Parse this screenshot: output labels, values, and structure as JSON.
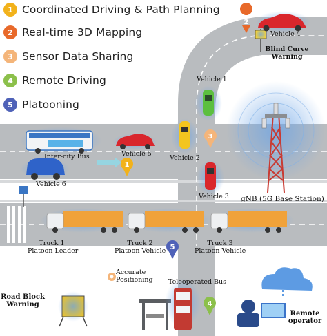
{
  "legend": [
    {
      "number": "1",
      "label": "Coordinated Driving & Path Planning",
      "color": "#f2b21b"
    },
    {
      "number": "2",
      "label": "Real-time 3D Mapping",
      "color": "#e8692a"
    },
    {
      "number": "3",
      "label": "Sensor Data Sharing",
      "color": "#f4b57a"
    },
    {
      "number": "4",
      "label": "Remote Driving",
      "color": "#8cc04b"
    },
    {
      "number": "5",
      "label": "Platooning",
      "color": "#4f62b8"
    }
  ],
  "labels": {
    "vehicle1": "Vehicle 1",
    "vehicle2": "Vehicle 2",
    "vehicle3": "Vehicle 3",
    "vehicle4": "Vehicle 4",
    "vehicle5": "Vehicle 5",
    "vehicle6": "Vehicle 6",
    "intercity_bus": "Inter-city Bus",
    "blind_curve_line1": "Blind Curve",
    "blind_curve_line2": "Warning",
    "gnb": "gNB (5G Base Station)",
    "truck1_line1": "Truck 1",
    "truck1_line2": "Platoon Leader",
    "truck2_line1": "Truck 2",
    "truck2_line2": "Platoon Vehicle",
    "truck3_line1": "Truck 3",
    "truck3_line2": "Platoon Vehicle",
    "accurate_line1": "Accurate",
    "accurate_line2": "Positioning",
    "road_block_line1": "Road Block",
    "road_block_line2": "Warning",
    "teleoperated_bus": "Teleoperated Bus",
    "remote_line1": "Remote",
    "remote_line2": "operator"
  },
  "markers": {
    "vehicle4_marker": "2",
    "vehicle5_marker": "1",
    "vehicle2_marker": "3",
    "platoon_marker": "5",
    "teleop_marker": "4"
  },
  "colors": {
    "road": "#b9bcbf",
    "road_edge": "#9fa2a5",
    "lane": "#ffffff",
    "glow": "#7fb0e8",
    "tower": "#c83a32",
    "truck_cargo": "#f0a23a",
    "bus_body": "#3a76c4",
    "car_red": "#d9262c",
    "car_green": "#5cbf3f",
    "car_yellow": "#f3c51f",
    "car_blue": "#2f63c9"
  }
}
